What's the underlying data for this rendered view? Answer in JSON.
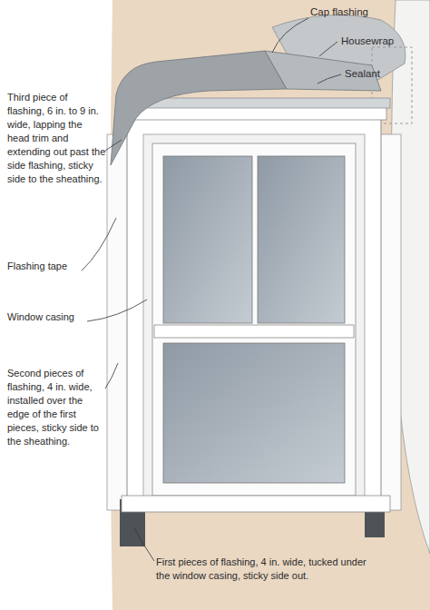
{
  "diagram": {
    "labels": [
      "Cap flashing",
      "Housewrap",
      "Sealant",
      "Third piece of flashing, 6 in. to 9 in. wide, lapping the head trim and extending out past the side flashing, sticky side to the sheathing.",
      "Flashing tape",
      "Window casing",
      "Second pieces of flashing, 4 in. wide, installed over the edge of the first pieces, sticky side to the sheathing.",
      "First pieces of flashing, 4 in. wide, tucked under the window casing, sticky side out."
    ]
  }
}
